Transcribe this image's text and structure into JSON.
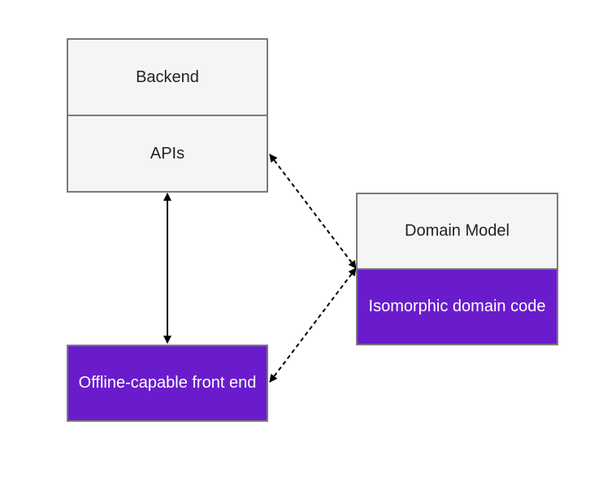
{
  "nodes": {
    "backend": {
      "label": "Backend"
    },
    "apis": {
      "label": "APIs"
    },
    "domain_model": {
      "label": "Domain Model"
    },
    "isomorphic": {
      "label": "Isomorphic domain code"
    },
    "frontend": {
      "label": "Offline-capable front end"
    }
  },
  "edges": [
    {
      "from": "apis",
      "to": "frontend",
      "style": "solid",
      "arrows": "both"
    },
    {
      "from": "apis",
      "to": "domain",
      "style": "dashed",
      "arrows": "both"
    },
    {
      "from": "frontend",
      "to": "domain",
      "style": "dashed",
      "arrows": "both"
    }
  ],
  "colors": {
    "light_fill": "#f5f5f5",
    "purple_fill": "#6a1ccc",
    "border": "#7a7a7a"
  }
}
